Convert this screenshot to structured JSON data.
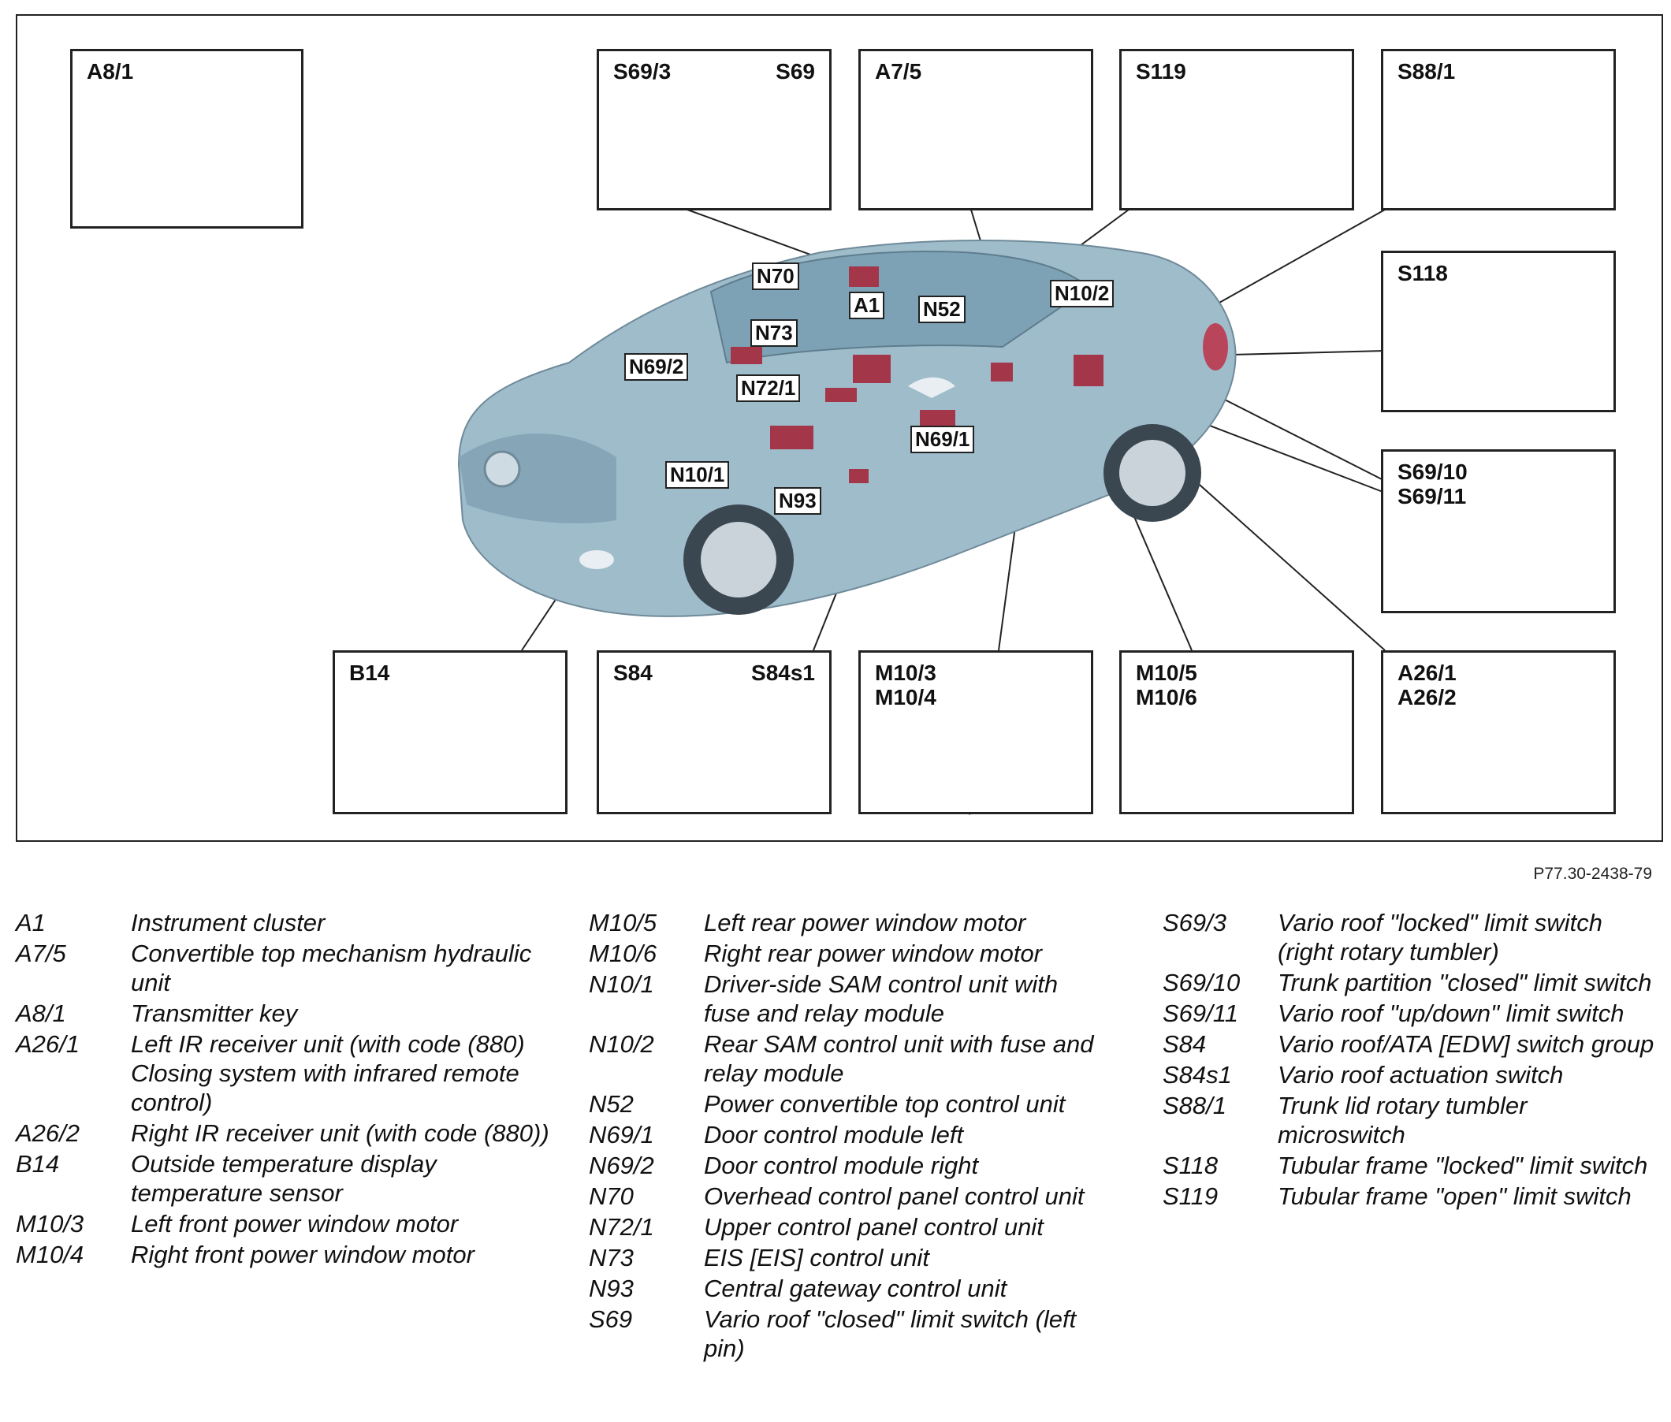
{
  "boxes": {
    "a8_1": "A8/1",
    "s69_3": "S69/3",
    "s69": "S69",
    "a7_5": "A7/5",
    "s119": "S119",
    "s88_1": "S88/1",
    "s118": "S118",
    "s69_10_11": "S69/10\nS69/11",
    "b14": "B14",
    "s84": "S84",
    "s84s1": "S84s1",
    "m10_3_4": "M10/3\nM10/4",
    "m10_5_6": "M10/5\nM10/6",
    "a26_1_2": "A26/1\nA26/2"
  },
  "callouts": {
    "n70": "N70",
    "a1": "A1",
    "n52": "N52",
    "n10_2": "N10/2",
    "n73": "N73",
    "n69_2": "N69/2",
    "n72_1": "N72/1",
    "n69_1": "N69/1",
    "n10_1": "N10/1",
    "n93": "N93"
  },
  "figure_code": "P77.30-2438-79",
  "legend": {
    "col1": [
      {
        "code": "A1",
        "desc": "Instrument cluster"
      },
      {
        "code": "A7/5",
        "desc": "Convertible top mechanism hydraulic unit"
      },
      {
        "code": "A8/1",
        "desc": "Transmitter key"
      },
      {
        "code": "A26/1",
        "desc": "Left IR receiver unit (with code (880) Closing system with infrared remote control)"
      },
      {
        "code": "A26/2",
        "desc": "Right IR receiver unit (with code (880))"
      },
      {
        "code": "B14",
        "desc": "Outside temperature display temperature sensor"
      },
      {
        "code": "M10/3",
        "desc": "Left front power window motor"
      },
      {
        "code": "M10/4",
        "desc": "Right front power window motor"
      }
    ],
    "col2": [
      {
        "code": "M10/5",
        "desc": "Left rear power window motor"
      },
      {
        "code": "M10/6",
        "desc": "Right rear power window motor"
      },
      {
        "code": "N10/1",
        "desc": "Driver-side SAM control unit with fuse and relay module"
      },
      {
        "code": "N10/2",
        "desc": "Rear SAM control unit with fuse and relay module"
      },
      {
        "code": "N52",
        "desc": "Power convertible top control unit"
      },
      {
        "code": "N69/1",
        "desc": "Door control module left"
      },
      {
        "code": "N69/2",
        "desc": "Door control module right"
      },
      {
        "code": "N70",
        "desc": "Overhead control panel control unit"
      },
      {
        "code": "N72/1",
        "desc": "Upper control panel control unit"
      },
      {
        "code": "N73",
        "desc": "EIS [EIS] control unit"
      },
      {
        "code": "N93",
        "desc": "Central gateway control unit"
      },
      {
        "code": "S69",
        "desc": "Vario roof \"closed\" limit switch (left pin)"
      }
    ],
    "col3": [
      {
        "code": "S69/3",
        "desc": "Vario roof \"locked\" limit switch (right rotary tumbler)"
      },
      {
        "code": "S69/10",
        "desc": "Trunk partition \"closed\" limit switch"
      },
      {
        "code": "S69/11",
        "desc": "Vario roof \"up/down\" limit switch"
      },
      {
        "code": "S84",
        "desc": "Vario roof/ATA [EDW] switch group"
      },
      {
        "code": "S84s1",
        "desc": "Vario roof actuation switch"
      },
      {
        "code": "S88/1",
        "desc": "Trunk lid rotary tumbler microswitch"
      },
      {
        "code": "S118",
        "desc": "Tubular frame \"locked\" limit switch"
      },
      {
        "code": "S119",
        "desc": "Tubular frame \"open\" limit switch"
      }
    ]
  }
}
